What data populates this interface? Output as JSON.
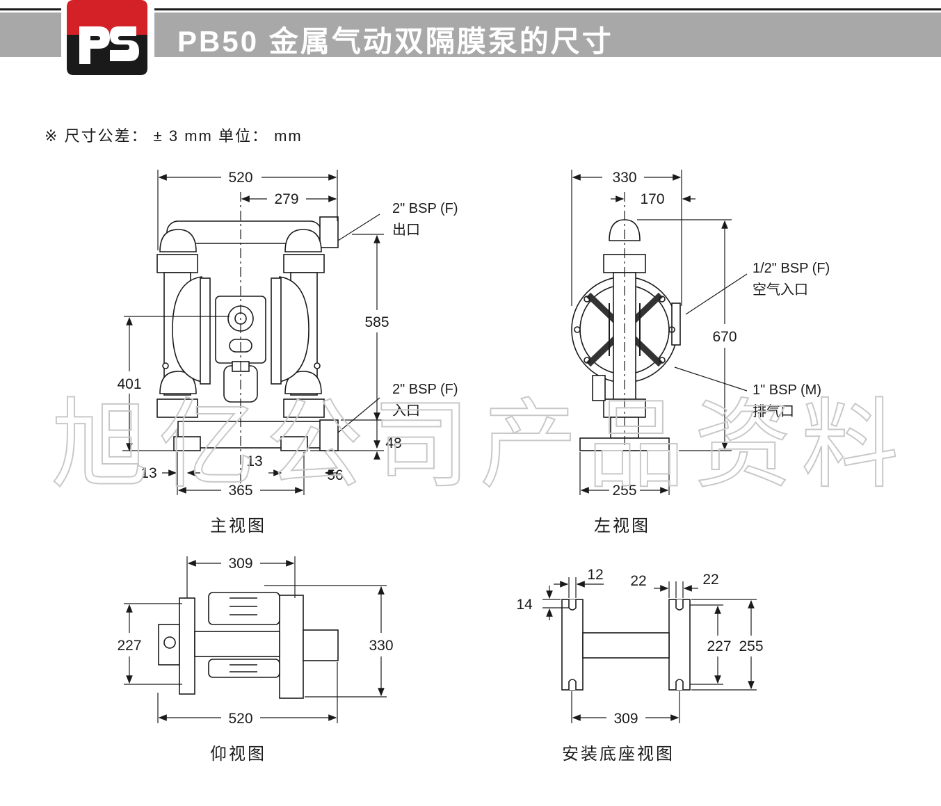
{
  "header": {
    "title": "PB50 金属气动双隔膜泵的尺寸",
    "logo_text": "pS",
    "colors": {
      "bar": "#a8a8a8",
      "logo_red": "#d42027",
      "logo_dark": "#1a1a1a"
    }
  },
  "note": {
    "prefix": "※",
    "text": "尺寸公差： ± 3 mm   单位：  mm"
  },
  "watermark": "旭亿公司产品资料",
  "views": {
    "front": {
      "label": "主视图",
      "dims": {
        "width_total": "520",
        "outlet_offset": "279",
        "outlet_height": "585",
        "air_height": "401",
        "base_height": "48",
        "foot_left": "13",
        "foot_center": "13",
        "inlet_offset": "56",
        "base_span": "365"
      },
      "callouts": {
        "outlet_size": "2\" BSP (F)",
        "outlet_name": "出口",
        "inlet_size": "2\" BSP (F)",
        "inlet_name": "入口"
      }
    },
    "side": {
      "label": "左视图",
      "dims": {
        "width_total": "330",
        "half_width": "170",
        "height_total": "670",
        "base_width": "255"
      },
      "callouts": {
        "air_size": "1/2\" BSP (F)",
        "air_name": "空气入口",
        "exhaust_size": "1\" BSP (M)",
        "exhaust_name": "排气口"
      }
    },
    "bottom": {
      "label": "仰视图",
      "dims": {
        "top_span": "309",
        "depth_inner": "227",
        "depth_outer": "330",
        "width_total": "520"
      }
    },
    "base": {
      "label": "安装底座视图",
      "dims": {
        "slot_width": "12",
        "slot_gap": "22",
        "slot_edge": "22",
        "slot_depth": "14",
        "inner_span": "227",
        "outer_span": "255",
        "center_span": "309"
      }
    }
  }
}
